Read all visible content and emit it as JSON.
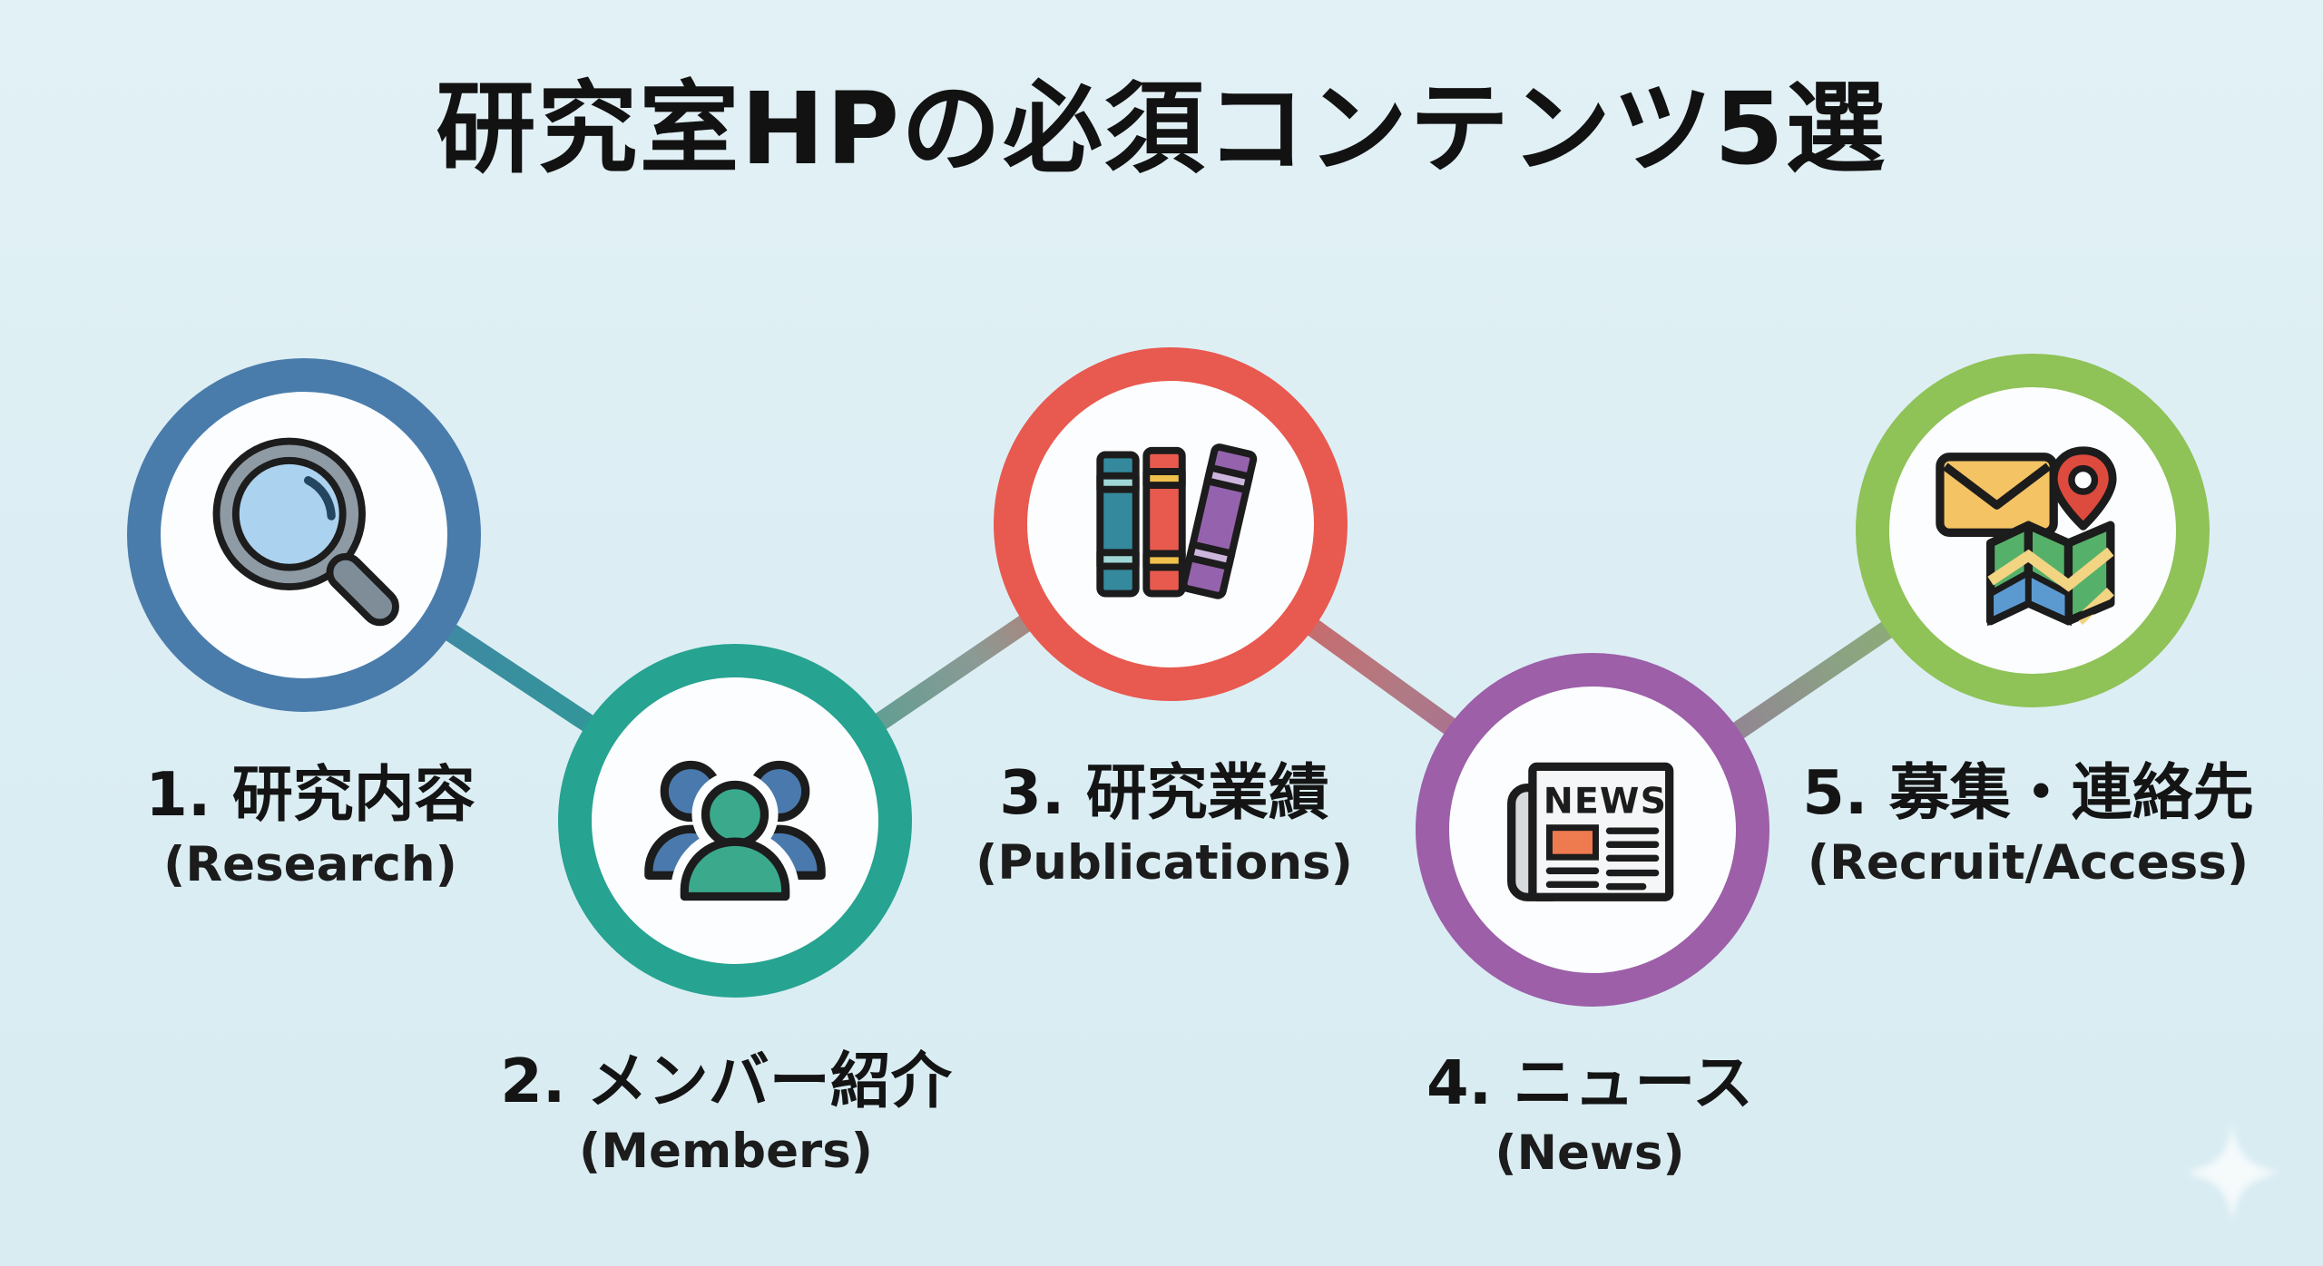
{
  "title": "研究室HPの必須コンテンツ5選",
  "colors": {
    "background": "#dceef4",
    "title_text": "#121212",
    "ring_blue": "#4a7cab",
    "ring_teal": "#26a391",
    "ring_red": "#e8594f",
    "ring_purple": "#9c5fa8",
    "ring_green": "#8fc257"
  },
  "items": [
    {
      "label": "1. 研究内容",
      "sub": "(Research)",
      "icon": "magnifier-icon",
      "ring_color": "#4a7cab",
      "position": "top"
    },
    {
      "label": "2. メンバー紹介",
      "sub": "(Members)",
      "icon": "people-icon",
      "ring_color": "#26a391",
      "position": "bottom"
    },
    {
      "label": "3. 研究業績",
      "sub": "(Publications)",
      "icon": "books-icon",
      "ring_color": "#e8594f",
      "position": "top"
    },
    {
      "label": "4. ニュース",
      "sub": "(News)",
      "icon": "newspaper-icon",
      "ring_color": "#9c5fa8",
      "position": "bottom"
    },
    {
      "label": "5. 募集・連絡先",
      "sub": "(Recruit/Access)",
      "icon": "mail-map-icon",
      "ring_color": "#8fc257",
      "position": "top"
    }
  ],
  "icon_text": {
    "news_headline": "NEWS"
  }
}
